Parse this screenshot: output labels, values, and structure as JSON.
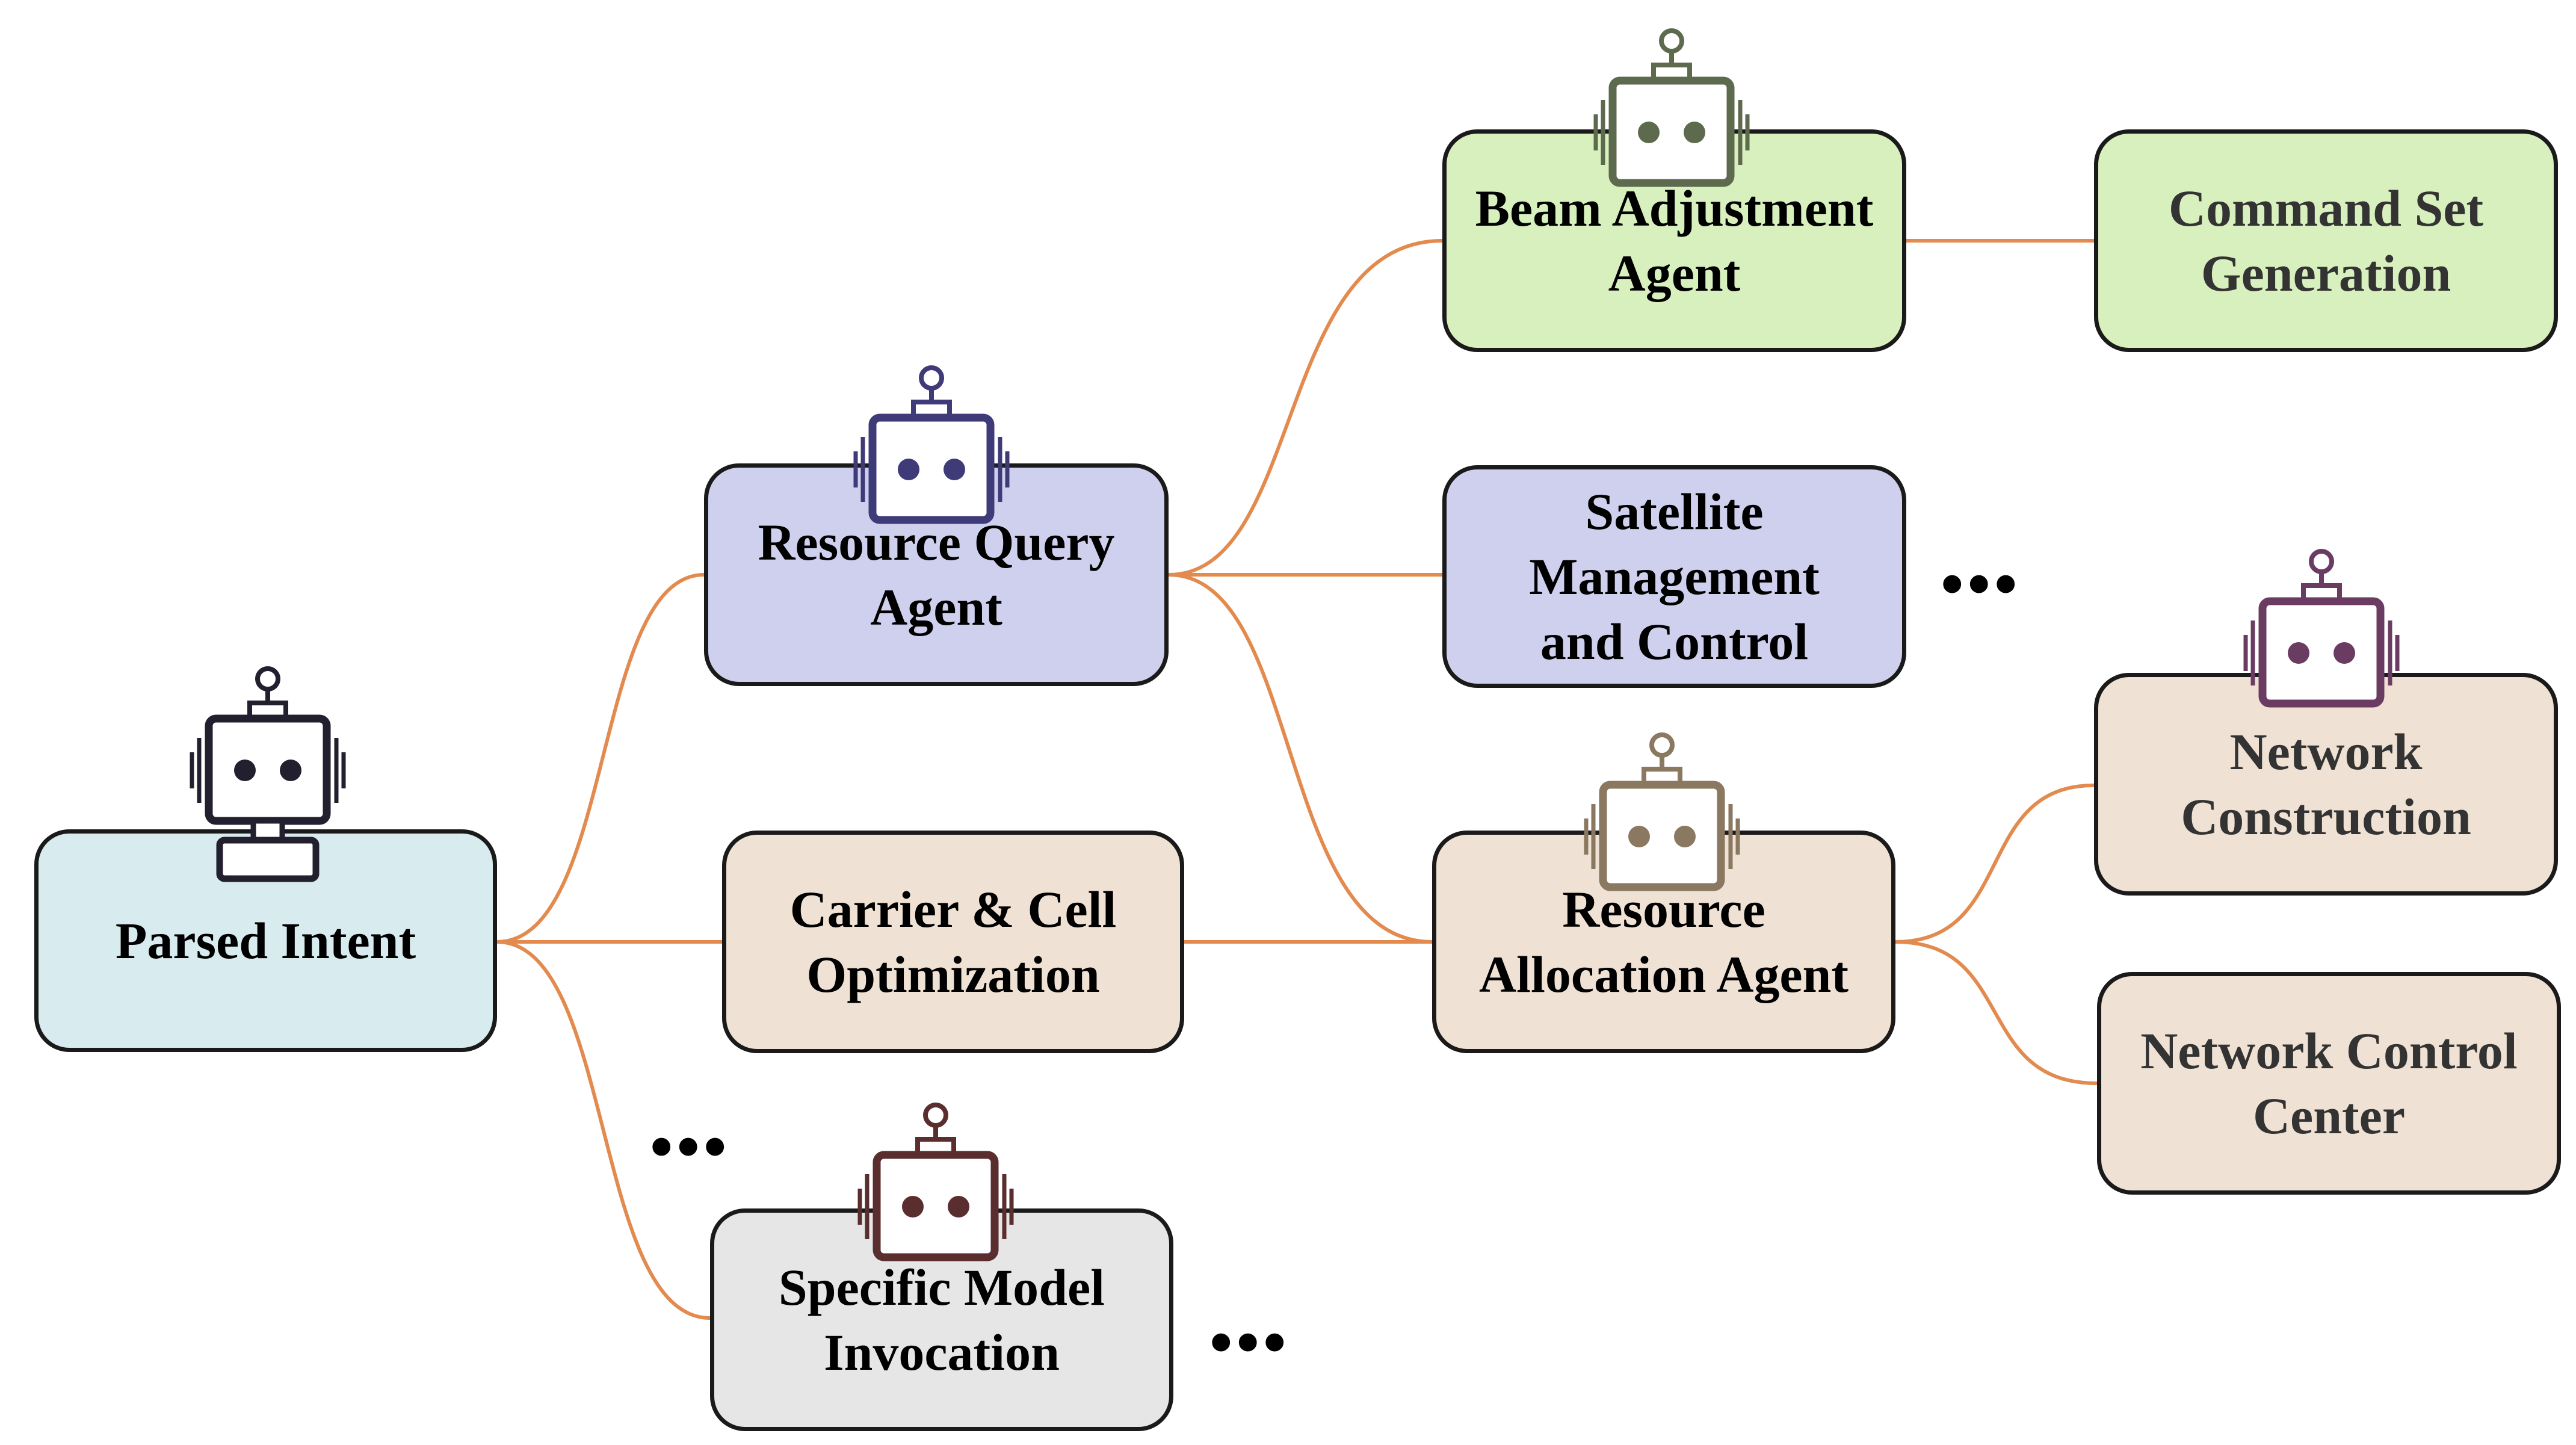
{
  "colors": {
    "connector": "#e38a4e",
    "parsed_intent_fill": "#d8ebee",
    "query_fill": "#cfd0ee",
    "beam_fill": "#d8efbe",
    "tan_fill": "#efe1d3",
    "gray_fill": "#e6e6e6",
    "text_dark": "#000000",
    "text_muted": "#333333"
  },
  "nodes": {
    "parsed_intent": {
      "label": "Parsed Intent",
      "icon": "robot-icon",
      "icon_color": "#22202e"
    },
    "resource_query_agent": {
      "label": "Resource Query\nAgent",
      "icon": "robot-icon",
      "icon_color": "#3f3a78"
    },
    "carrier_cell_optimization": {
      "label": "Carrier & Cell\nOptimization"
    },
    "specific_model_invocation": {
      "label": "Specific Model\nInvocation",
      "icon": "robot-icon",
      "icon_color": "#5a2e2e"
    },
    "beam_adjustment_agent": {
      "label": "Beam Adjustment\nAgent",
      "icon": "robot-icon",
      "icon_color": "#5e6a4e"
    },
    "satellite_management_control": {
      "label": "Satellite\nManagement\nand Control"
    },
    "resource_allocation_agent": {
      "label": "Resource\nAllocation Agent",
      "icon": "robot-icon",
      "icon_color": "#8a7860"
    },
    "command_set_generation": {
      "label": "Command Set\nGeneration"
    },
    "network_construction": {
      "label": "Network\nConstruction",
      "icon": "robot-icon",
      "icon_color": "#6b3c62"
    },
    "network_control_center": {
      "label": "Network Control\nCenter"
    }
  },
  "ellipses": {
    "after_satellite": "•••",
    "above_specific_model": "•••",
    "after_specific_model": "•••"
  }
}
